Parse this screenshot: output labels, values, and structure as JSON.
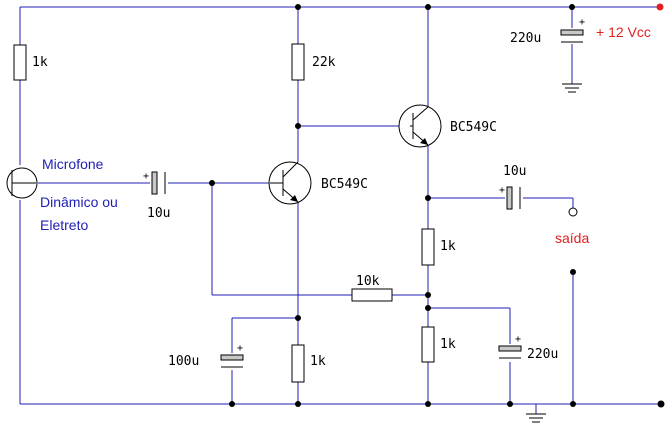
{
  "components": {
    "r_mic": "1k",
    "r_collector": "22k",
    "r_emitter_q1": "1k",
    "r_feedback": "10k",
    "r_output": "1k",
    "r_bias_low": "1k",
    "c_input": "10u",
    "c_output": "10u",
    "c_emitter": "100u",
    "c_supply": "220u",
    "c_bottom": "220u",
    "q1": "BC549C",
    "q2": "BC549C"
  },
  "labels": {
    "mic_line1": "Microfone",
    "mic_line2": "Dinâmico ou",
    "mic_line3": "Eletreto",
    "supply": "+ 12 Vcc",
    "output": "saída"
  },
  "polarity": {
    "plus": "+"
  }
}
